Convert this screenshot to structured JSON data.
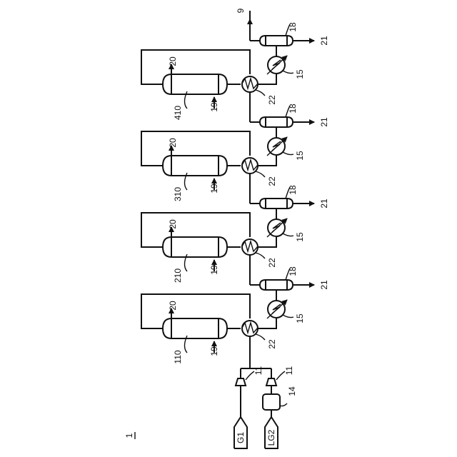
{
  "figure_label": "1",
  "labels": {
    "g1": "G1",
    "lg2": "LG2",
    "compressor": "11",
    "pretreatment": "14",
    "cooler": "15",
    "separator": "18",
    "heat_input": "19",
    "reactor_outlet": "20",
    "liquid_out": "21",
    "heat_exchanger": "22",
    "gas_out": "9"
  },
  "reactors": [
    "110",
    "210",
    "310",
    "410"
  ]
}
